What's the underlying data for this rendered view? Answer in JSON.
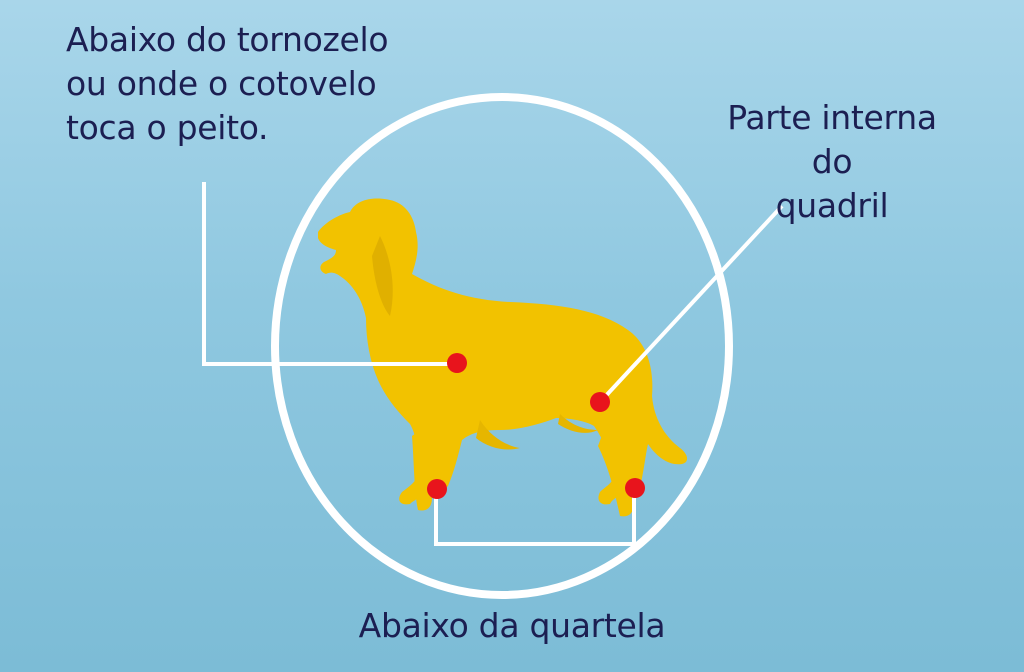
{
  "labels": {
    "elbow": "Abaixo do tornozelo\nou onde o cotovelo\ntoca o peito.",
    "hip": "Parte interna do\nquadril",
    "pastern": "Abaixo da quartela"
  },
  "colors": {
    "background_top": "#a9d6ea",
    "background_bottom": "#7cbcd6",
    "dog": "#f2c200",
    "marker": "#e8141c",
    "lines": "#ffffff",
    "text": "#1c1f52"
  },
  "icons": {
    "dog": "golden-retriever-silhouette-icon",
    "ring": "circle-outline",
    "marker": "red-dot"
  }
}
